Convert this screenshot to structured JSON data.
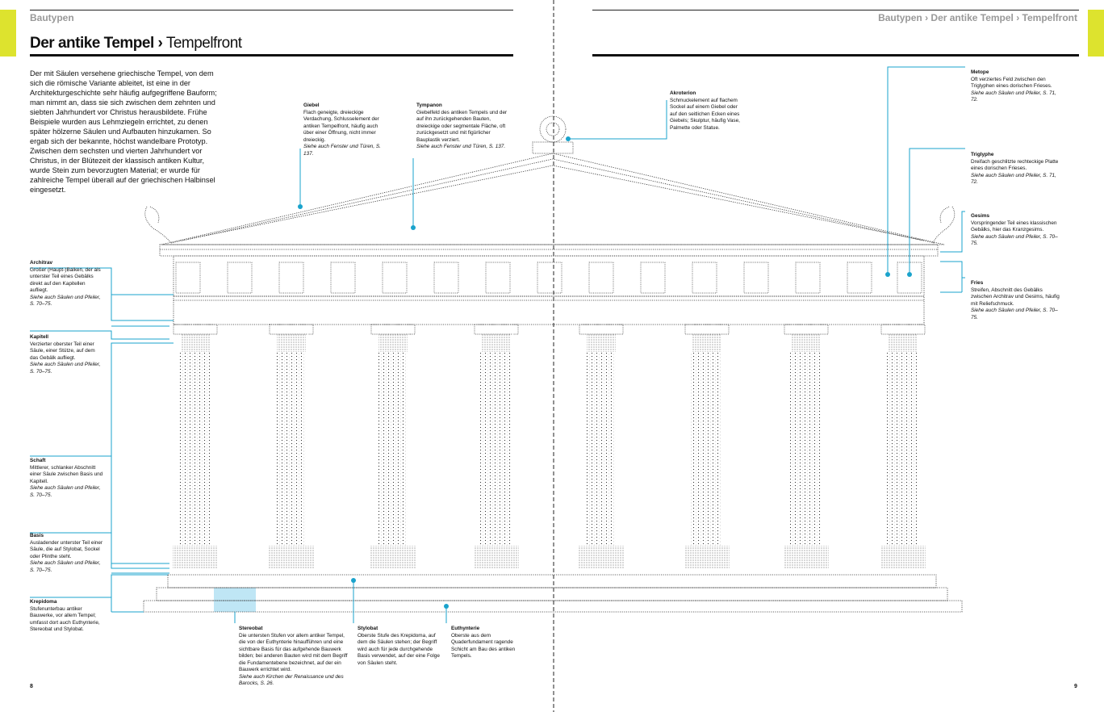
{
  "header": {
    "section": "Bautypen",
    "breadcrumb": "Bautypen › Der antike Tempel › Tempelfront"
  },
  "title": {
    "main": "Der antike Tempel ›",
    "sub": "Tempelfront"
  },
  "intro": "Der mit Säulen versehene griechische Tempel, von dem sich die römische Variante ableitet, ist eine in der Architekturgeschichte sehr häufig aufgegriffene Bauform; man nimmt an, dass sie sich zwischen dem zehnten und siebten Jahrhundert vor Christus herausbildete. Frühe Beispiele wurden aus Lehmziegeln errichtet, zu denen später hölzerne Säulen und Aufbauten hinzukamen. So ergab sich der bekannte, höchst wandelbare Prototyp. Zwischen dem sechsten und vierten Jahrhundert vor Christus, in der Blütezeit der klassisch antiken Kultur, wurde Stein zum bevorzugten Material; er wurde für zahlreiche Tempel überall auf der griechischen Halbinsel eingesetzt.",
  "annotations": {
    "giebel": {
      "title": "Giebel",
      "text": "Flach geneigte, dreieckige Verdachung, Schlusselement der antiken Tempelfront, häufig auch über einer Öffnung, nicht immer dreieckig.",
      "see": "Siehe auch Fenster und Türen, S. 137."
    },
    "tympanon": {
      "title": "Tympanon",
      "text": "Giebelfeld des antiken Tempels und der auf ihn zurückgehenden Bauten, dreieckige oder segmentale Fläche, oft zurückgesetzt und mit figürlicher Bauplastik verziert.",
      "see": "Siehe auch Fenster und Türen, S. 137."
    },
    "akroterion": {
      "title": "Akroterion",
      "text": "Schmuckelement auf flachem Sockel auf einem Giebel oder auf den seitlichen Ecken eines Giebels; Skulptur, häufig Vase, Palmette oder Statue.",
      "see": ""
    },
    "metope": {
      "title": "Metope",
      "text": "Oft verziertes Feld zwischen den Triglyphen eines dorischen Frieses.",
      "see": "Siehe auch Säulen und Pfeiler, S. 71, 72."
    },
    "triglyphe": {
      "title": "Triglyphe",
      "text": "Dreifach geschlitzte rechteckige Platte eines dorischen Frieses.",
      "see": "Siehe auch Säulen und Pfeiler, S. 71, 72."
    },
    "gesims": {
      "title": "Gesims",
      "text": "Vorspringender Teil eines klassischen Gebälks, hier das Kranzgesims.",
      "see": "Siehe auch Säulen und Pfeiler, S. 70–75."
    },
    "fries": {
      "title": "Fries",
      "text": "Streifen, Abschnitt des Gebälks zwischen Architrav und Gesims, häufig mit Reliefschmuck.",
      "see": "Siehe auch Säulen und Pfeiler, S. 70–75."
    },
    "architrav": {
      "title": "Architrav",
      "text": "Großer (Haupt-)Balken, der als unterster Teil eines Gebälks direkt auf den Kapitellen aufliegt.",
      "see": "Siehe auch Säulen und Pfeiler, S. 70–75."
    },
    "kapitell": {
      "title": "Kapitell",
      "text": "Verzierter oberster Teil einer Säule, einer Stütze, auf dem das Gebälk aufliegt.",
      "see": "Siehe auch Säulen und Pfeiler, S. 70–75."
    },
    "schaft": {
      "title": "Schaft",
      "text": "Mittlerer, schlanker Abschnitt einer Säule zwischen Basis und Kapitell.",
      "see": "Siehe auch Säulen und Pfeiler, S. 70–75."
    },
    "basis": {
      "title": "Basis",
      "text": "Ausladender unterster Teil einer Säule, die auf Stylobat, Sockel oder Plinthe steht.",
      "see": "Siehe auch Säulen und Pfeiler, S. 70–75."
    },
    "krepidoma": {
      "title": "Krepidoma",
      "text": "Stufenunterbau antiker Bauwerke, vor allem Tempel; umfasst dort auch Euthynterie, Stereobat und Stylobat.",
      "see": ""
    },
    "stereobat": {
      "title": "Stereobat",
      "text": "Die untersten Stufen vor allem antiker Tempel, die von der Euthynterie hinaufführen und eine sichtbare Basis für das aufgehende Bauwerk bilden; bei anderen Bauten wird mit dem Begriff die Fundamentebene bezeichnet, auf der ein Bauwerk errichtet wird.",
      "see": "Siehe auch Kirchen der Renaissance und des Barocks, S. 26."
    },
    "stylobat": {
      "title": "Stylobat",
      "text": "Oberste Stufe des Krepidoma, auf dem die Säulen stehen; der Begriff wird auch für jede durchgehende Basis verwendet, auf der eine Folge von Säulen steht.",
      "see": ""
    },
    "euthynterie": {
      "title": "Euthynterie",
      "text": "Oberste aus dem Quaderfundament ragende Schicht am Bau des antiken Tempels.",
      "see": ""
    }
  },
  "pages": {
    "left": "8",
    "right": "9"
  },
  "colors": {
    "accent": "#1aa3cc",
    "marker": "#dde32e",
    "highlight": "#bfe6f5",
    "ink": "#111111"
  }
}
